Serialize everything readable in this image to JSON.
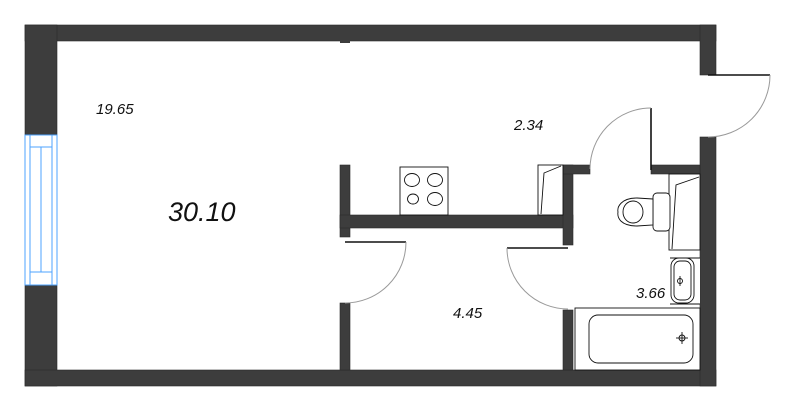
{
  "plan": {
    "title": "Studio apartment floor plan",
    "total_area": "30.10",
    "wall_color": "#3d3d3d",
    "window_color": "#4da3ff",
    "fixture_stroke": "#111111",
    "door_arc_color": "#999999"
  },
  "rooms": [
    {
      "id": "living-room",
      "area": "19.65"
    },
    {
      "id": "hallway",
      "area": "2.34"
    },
    {
      "id": "kitchen-corridor",
      "area": "4.45"
    },
    {
      "id": "bathroom",
      "area": "3.66"
    }
  ],
  "fixtures": [
    {
      "id": "stove",
      "type": "stove-icon",
      "burners": 4
    },
    {
      "id": "fridge",
      "type": "fridge-icon"
    },
    {
      "id": "toilet",
      "type": "toilet-icon"
    },
    {
      "id": "bath-cabinet",
      "type": "cabinet-icon"
    },
    {
      "id": "sink",
      "type": "sink-icon"
    },
    {
      "id": "bathtub",
      "type": "bathtub-icon"
    }
  ],
  "doors": [
    {
      "id": "entrance-door"
    },
    {
      "id": "bathroom-door"
    },
    {
      "id": "hallway-door"
    },
    {
      "id": "living-door"
    }
  ]
}
